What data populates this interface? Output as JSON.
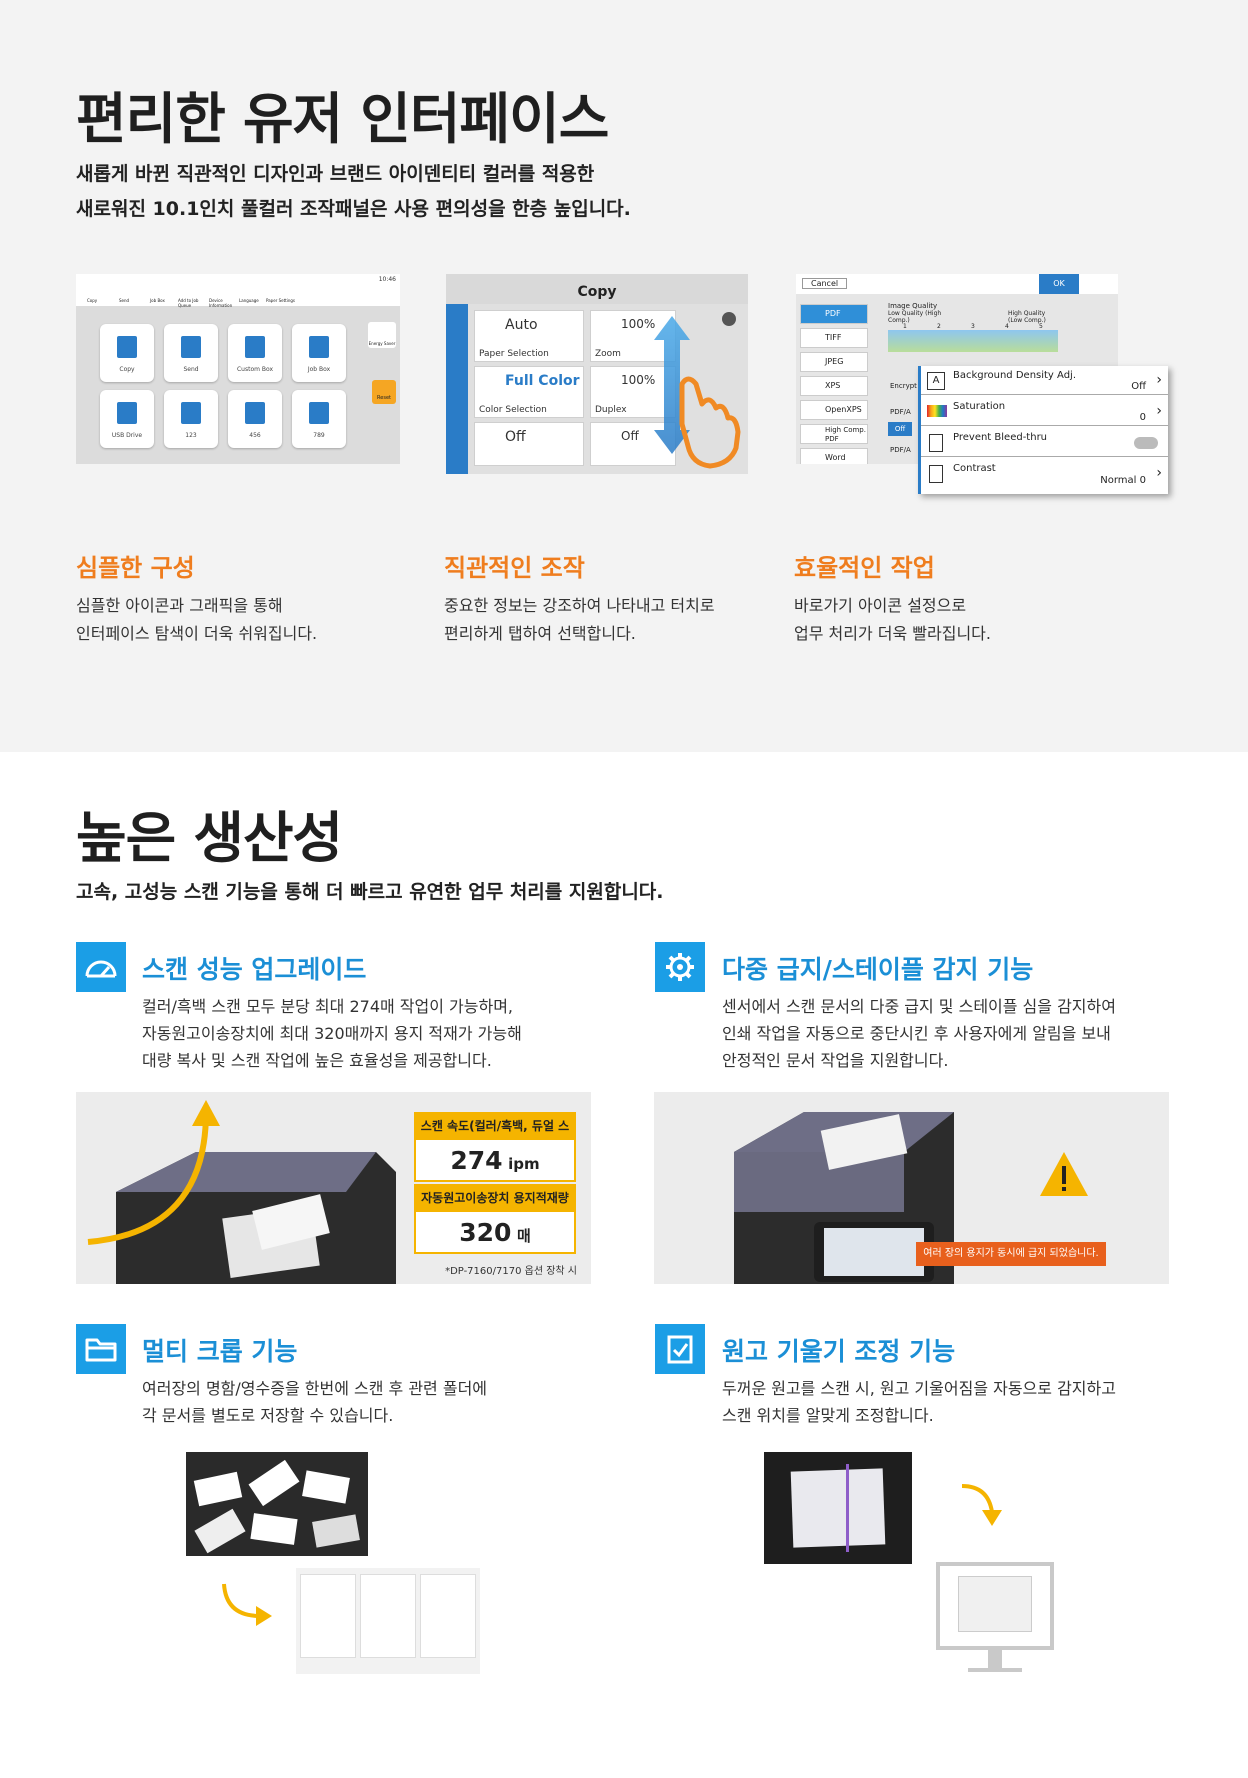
{
  "section1": {
    "title": "편리한 유저 인터페이스",
    "lead1": "새롭게 바뀐 직관적인 디자인과 브랜드 아이덴티티 컬러를 적용한",
    "lead2": "새로워진 10.1인치 풀컬러 조작패널은 사용 편의성을 한층 높입니다.",
    "features": [
      {
        "title": "심플한 구성",
        "line1": "심플한 아이콘과 그래픽을 통해",
        "line2": "인터페이스 탐색이 더욱 쉬워집니다."
      },
      {
        "title": "직관적인 조작",
        "line1": "중요한 정보는 강조하여 나타내고 터치로",
        "line2": "편리하게 탭하여 선택합니다."
      },
      {
        "title": "효율적인 작업",
        "line1": "바로가기 아이콘 설정으로",
        "line2": "업무 처리가 더욱 빨라집니다."
      }
    ]
  },
  "screen1": {
    "time": "10:46",
    "topbar": [
      "Copy",
      "Send",
      "Job Box",
      "Add to Job Queue",
      "Device Information",
      "Language",
      "Paper Settings"
    ],
    "tiles": [
      "Copy",
      "Send",
      "Custom Box",
      "Job Box",
      "USB Drive",
      "123",
      "456",
      "789"
    ],
    "energy_saver": "Energy Saver",
    "reset": "Reset"
  },
  "screen2": {
    "title": "Copy",
    "cells": [
      {
        "value": "Auto",
        "label": "Paper Selection"
      },
      {
        "value": "100%",
        "label": "Zoom"
      },
      {
        "value": "Full Color",
        "label": "Color Selection"
      },
      {
        "value": "100%",
        "label": "Duplex"
      },
      {
        "value": "Off",
        "label": ""
      },
      {
        "value": "Off",
        "label": ""
      }
    ]
  },
  "screen3": {
    "cancel": "Cancel",
    "ok": "OK",
    "formats": [
      "PDF",
      "TIFF",
      "JPEG",
      "XPS",
      "OpenXPS",
      "High Comp. PDF",
      "Word"
    ],
    "image_quality": "Image Quality",
    "low_quality": "Low Quality (High Comp.)",
    "high_quality": "High Quality (Low Comp.)",
    "scale": [
      "1",
      "2",
      "3",
      "4",
      "5"
    ],
    "encrypt": "Encrypt",
    "pdfa": "PDF/A",
    "pdfa_off": "Off",
    "pdfa2": "PDF/A",
    "rows": [
      {
        "title": "Background Density Adj.",
        "value": "Off"
      },
      {
        "title": "Saturation",
        "value": "0"
      },
      {
        "title": "Prevent Bleed-thru",
        "value": ""
      },
      {
        "title": "Contrast",
        "value": "Normal 0"
      }
    ]
  },
  "section2": {
    "title": "높은 생산성",
    "lead": "고속, 고성능 스캔 기능을 통해 더 빠르고 유연한 업무 처리를 지원합니다.",
    "features": [
      {
        "title": "스캔 성능 업그레이드",
        "lines": [
          "컬러/흑백 스캔 모두 분당 최대 274매 작업이 가능하며,",
          "자동원고이송장치에 최대 320매까지 용지 적재가 가능해",
          "대량 복사 및 스캔 작업에 높은 효율성을 제공합니다."
        ]
      },
      {
        "title": "다중 급지/스테이플 감지 기능",
        "lines": [
          "센서에서 스캔 문서의 다중 급지 및 스테이플 심을 감지하여",
          "인쇄 작업을 자동으로 중단시킨 후 사용자에게 알림을 보내",
          "안정적인 문서 작업을 지원합니다."
        ]
      },
      {
        "title": "멀티 크롭 기능",
        "lines": [
          "여러장의 명함/영수증을 한번에 스캔 후 관련 폴더에",
          "각 문서를 별도로 저장할 수 있습니다."
        ]
      },
      {
        "title": "원고 기울기 조정 기능",
        "lines": [
          "두꺼운 원고를 스캔 시, 원고 기울어짐을 자동으로 감지하고",
          "스캔 위치를 알맞게 조정합니다."
        ]
      }
    ],
    "scan_speed_label": "스캔 속도(컬러/흑백, 듀얼 스캔)",
    "scan_speed_value": "274",
    "scan_speed_unit": "ipm",
    "adf_label": "자동원고이송장치 용지적재량",
    "adf_value": "320",
    "adf_unit": "매",
    "footnote": "*DP-7160/7170 옵션 장착 시",
    "alert_text": "여러 장의 용지가 동시에 급지 되었습니다."
  }
}
